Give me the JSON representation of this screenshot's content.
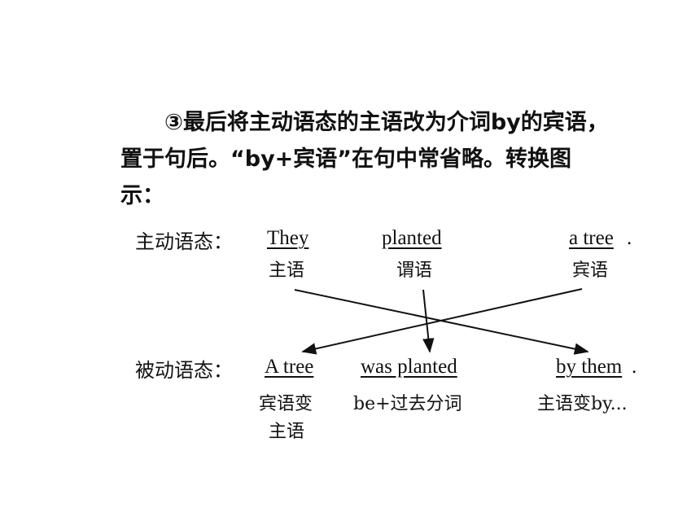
{
  "paragraph": {
    "line1": "③最后将主动语态的主语改为介词by的宾语，",
    "line2": "置于句后。“by+宾语”在句中常省略。转换图",
    "line3": "示："
  },
  "active": {
    "label": "主动语态：",
    "subject": "They",
    "subject_role": "主语",
    "verb": "planted",
    "verb_role": "谓语",
    "object": "a tree",
    "object_role": "宾语",
    "period": "."
  },
  "passive": {
    "label": "被动语态：",
    "subject": "A tree",
    "subject_role_line1": "宾语变",
    "subject_role_line2": "主语",
    "verb": "was planted",
    "verb_role": "be+过去分词",
    "agent": "by them",
    "agent_role": "主语变by...",
    "period": "."
  },
  "colors": {
    "text": "#111111",
    "arrow": "#111111",
    "background": "#ffffff"
  }
}
